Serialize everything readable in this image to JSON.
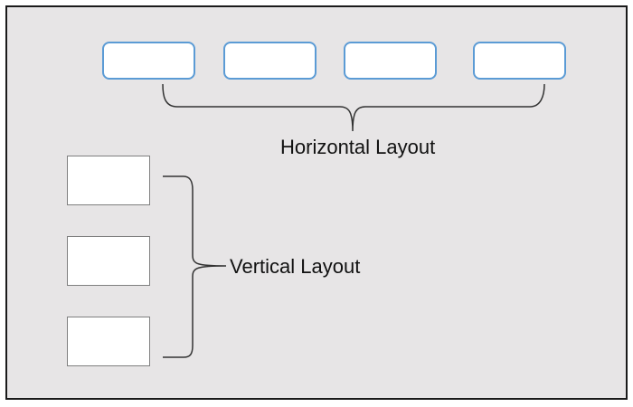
{
  "diagram": {
    "horizontal_label": "Horizontal Layout",
    "vertical_label": "Vertical Layout",
    "horizontal_widget_count": 4,
    "vertical_widget_count": 3,
    "colors": {
      "background": "#e7e5e6",
      "frame_border": "#1a1a1a",
      "horizontal_widget_border": "#5b9bd5",
      "vertical_widget_border": "#7f7f7f",
      "bracket_stroke": "#333333"
    }
  }
}
